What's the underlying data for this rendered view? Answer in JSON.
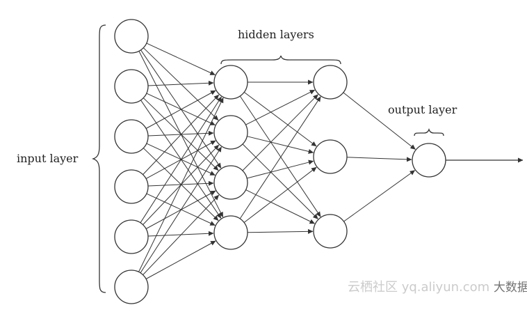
{
  "diagram": {
    "labels": {
      "input": "input layer",
      "hidden": "hidden layers",
      "output": "output layer"
    },
    "layers": [
      {
        "name": "input",
        "neurons": 6
      },
      {
        "name": "hidden-1",
        "neurons": 4
      },
      {
        "name": "hidden-2",
        "neurons": 3
      },
      {
        "name": "output",
        "neurons": 1
      }
    ],
    "colors": {
      "stroke": "#333333",
      "fill": "#ffffff"
    }
  },
  "watermark": {
    "site": "云栖社区 yq.aliyun.com",
    "brand": "大数据文摘"
  }
}
